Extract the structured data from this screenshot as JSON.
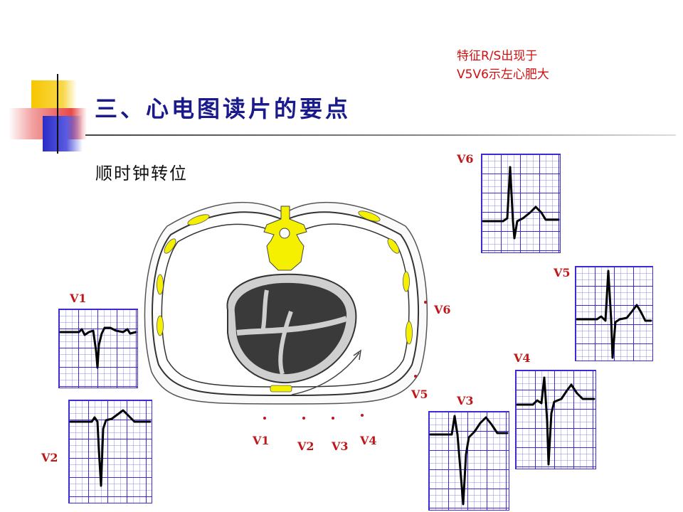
{
  "slide": {
    "title": "三、心电图读片的要点",
    "subtitle": "顺时钟转位",
    "note": {
      "line1": "特征R/S出现于",
      "line2": "V5V6示左心肥大"
    }
  },
  "leads": {
    "V1": "V1",
    "V2": "V2",
    "V3": "V3",
    "V4": "V4",
    "V5": "V5",
    "V6": "V6"
  },
  "diagram_labels": {
    "V1": "V1",
    "V2": "V2",
    "V3": "V3",
    "V4": "V4",
    "V5": "V5",
    "V6": "V6"
  },
  "colors": {
    "title": "#1a1a8c",
    "note": "#d01010",
    "grid": "#3b2ad8",
    "bone": "#f4f000"
  }
}
